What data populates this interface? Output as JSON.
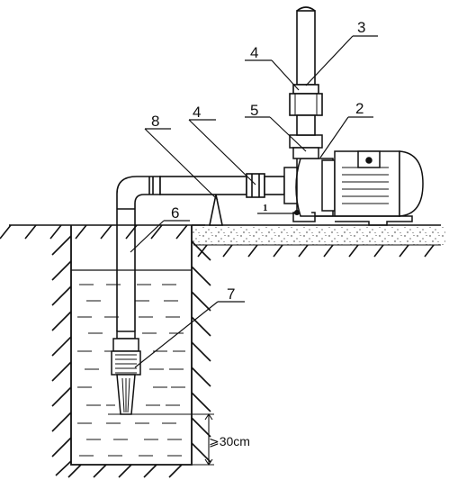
{
  "callouts": {
    "c1": "1",
    "c2": "2",
    "c3": "3",
    "c4a": "4",
    "c4b": "4",
    "c5": "5",
    "c6": "6",
    "c7": "7",
    "c8": "8"
  },
  "depth_label": "⩾30cm",
  "colors": {
    "line": "#111111",
    "background": "#ffffff"
  }
}
